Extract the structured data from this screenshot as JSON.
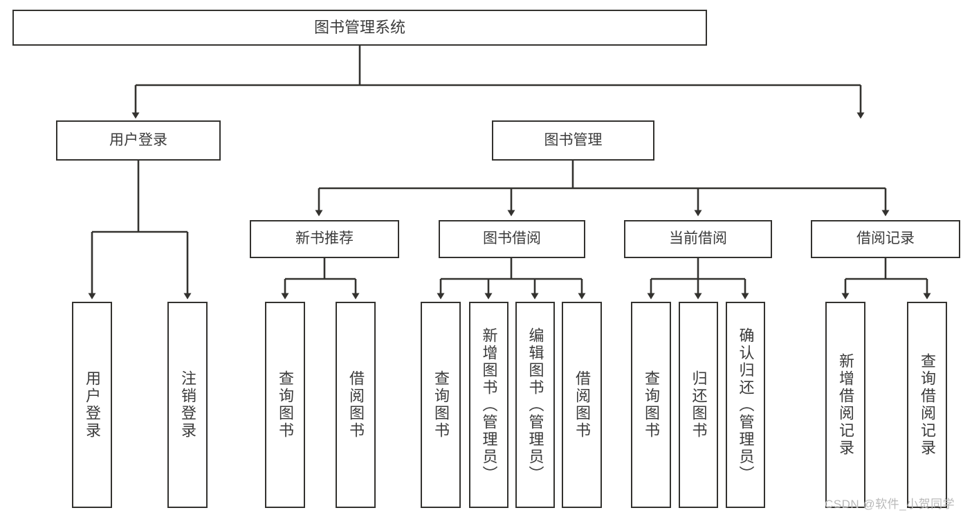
{
  "diagram": {
    "kind": "function-structure-tree",
    "root": {
      "id": "root",
      "label": "图书管理系统",
      "orientation": "horizontal"
    },
    "level1": [
      {
        "id": "user-login",
        "label": "用户登录",
        "orientation": "horizontal"
      },
      {
        "id": "book-manage",
        "label": "图书管理",
        "orientation": "horizontal"
      }
    ],
    "level2": [
      {
        "id": "new-book-recommend",
        "label": "新书推荐",
        "orientation": "horizontal",
        "parent": "book-manage"
      },
      {
        "id": "book-borrow",
        "label": "图书借阅",
        "orientation": "horizontal",
        "parent": "book-manage"
      },
      {
        "id": "current-borrow",
        "label": "当前借阅",
        "orientation": "horizontal",
        "parent": "book-manage"
      },
      {
        "id": "borrow-record",
        "label": "借阅记录",
        "orientation": "horizontal",
        "parent": "book-manage"
      }
    ],
    "leaves": [
      {
        "id": "leaf-user-login",
        "label": "用户登录",
        "orientation": "vertical",
        "parent": "user-login"
      },
      {
        "id": "leaf-logout",
        "label": "注销登录",
        "orientation": "vertical",
        "parent": "user-login"
      },
      {
        "id": "leaf-query-book-1",
        "label": "查询图书",
        "orientation": "vertical",
        "parent": "new-book-recommend"
      },
      {
        "id": "leaf-borrow-book-1",
        "label": "借阅图书",
        "orientation": "vertical",
        "parent": "new-book-recommend"
      },
      {
        "id": "leaf-query-book-2",
        "label": "查询图书",
        "orientation": "vertical",
        "parent": "book-borrow"
      },
      {
        "id": "leaf-add-book",
        "label": "新增图书（管理员）",
        "orientation": "vertical",
        "parent": "book-borrow"
      },
      {
        "id": "leaf-edit-book",
        "label": "编辑图书（管理员）",
        "orientation": "vertical",
        "parent": "book-borrow"
      },
      {
        "id": "leaf-borrow-book-2",
        "label": "借阅图书",
        "orientation": "vertical",
        "parent": "book-borrow"
      },
      {
        "id": "leaf-query-book-3",
        "label": "查询图书",
        "orientation": "vertical",
        "parent": "current-borrow"
      },
      {
        "id": "leaf-return-book",
        "label": "归还图书",
        "orientation": "vertical",
        "parent": "current-borrow"
      },
      {
        "id": "leaf-confirm-return",
        "label": "确认归还（管理员）",
        "orientation": "vertical",
        "parent": "current-borrow"
      },
      {
        "id": "leaf-add-record",
        "label": "新增借阅记录",
        "orientation": "vertical",
        "parent": "borrow-record"
      },
      {
        "id": "leaf-query-record",
        "label": "查询借阅记录",
        "orientation": "vertical",
        "parent": "borrow-record"
      }
    ]
  },
  "watermark": {
    "text": "CSDN @软件_小贺同学"
  },
  "colors": {
    "stroke": "#33322f",
    "text": "#3b3b3b",
    "background": "#ffffff",
    "watermark": "#b9b9b9"
  }
}
